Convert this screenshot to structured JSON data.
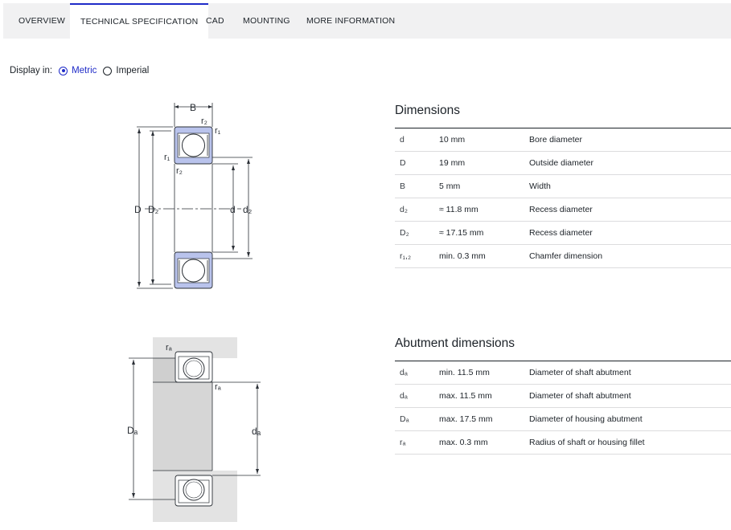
{
  "tabs": [
    {
      "label": "OVERVIEW"
    },
    {
      "label": "TECHNICAL SPECIFICATION"
    },
    {
      "label": "CAD"
    },
    {
      "label": "MOUNTING"
    },
    {
      "label": "MORE INFORMATION"
    }
  ],
  "display": {
    "label": "Display in:",
    "options": [
      "Metric",
      "Imperial"
    ],
    "selected": "Metric"
  },
  "colors": {
    "accent": "#1f2bc8",
    "ring_fill": "#b9c3ec",
    "shaft_fill": "#d9d9d9"
  },
  "dimensions": {
    "title": "Dimensions",
    "rows": [
      {
        "symbol": "d",
        "value": "10 mm",
        "description": "Bore diameter"
      },
      {
        "symbol": "D",
        "value": "19 mm",
        "description": "Outside diameter"
      },
      {
        "symbol": "B",
        "value": "5 mm",
        "description": "Width"
      },
      {
        "symbol": "d₂",
        "value": "≈ 11.8 mm",
        "description": "Recess diameter"
      },
      {
        "symbol": "D₂",
        "value": "≈ 17.15 mm",
        "description": "Recess diameter"
      },
      {
        "symbol": "r₁,₂",
        "value": "min. 0.3 mm",
        "description": "Chamfer dimension"
      }
    ]
  },
  "abutment": {
    "title": "Abutment dimensions",
    "rows": [
      {
        "symbol": "dₐ",
        "value": "min. 11.5 mm",
        "description": "Diameter of shaft abutment"
      },
      {
        "symbol": "dₐ",
        "value": "max. 11.5 mm",
        "description": "Diameter of shaft abutment"
      },
      {
        "symbol": "Dₐ",
        "value": "max. 17.5 mm",
        "description": "Diameter of housing abutment"
      },
      {
        "symbol": "rₐ",
        "value": "max. 0.3 mm",
        "description": "Radius of shaft or housing fillet"
      }
    ]
  },
  "drawing_labels": {
    "B": "B",
    "r2": "r₂",
    "r1": "r₁",
    "D": "D",
    "D2": "D₂",
    "d": "d",
    "d2": "d₂",
    "ra": "rₐ",
    "Da": "Dₐ",
    "da": "dₐ"
  }
}
